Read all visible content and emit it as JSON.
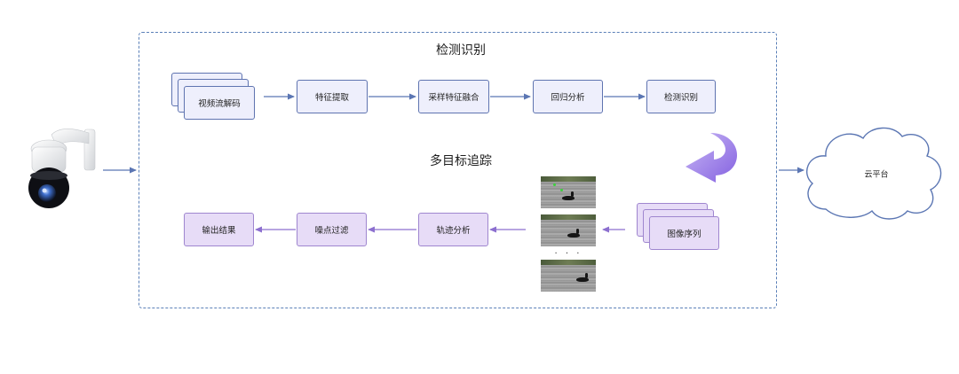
{
  "diagram": {
    "top_section_title": "检测识别",
    "bottom_section_title": "多目标追踪",
    "detection_steps": [
      "视频流解码",
      "特征提取",
      "采样特征融合",
      "回归分析",
      "检测识别"
    ],
    "tracking_steps": [
      "图像序列",
      "轨迹分析",
      "噪点过滤",
      "输出结果"
    ],
    "image_sequence_ellipsis": "· · ·",
    "cloud_label": "云平台"
  },
  "colors": {
    "frame_border": "#5b80b8",
    "box_fill": "#eeeffc",
    "box_border": "#5f74b0",
    "purple_fill": "#e7dcf7",
    "purple_border": "#9f86cf",
    "arrow": "#5b76b3",
    "curved_arrow": "#9a7fe6"
  },
  "icons": {
    "camera": "ptz-dome-camera-icon",
    "cloud": "cloud-icon",
    "curved_arrow": "curved-arrow-icon"
  }
}
